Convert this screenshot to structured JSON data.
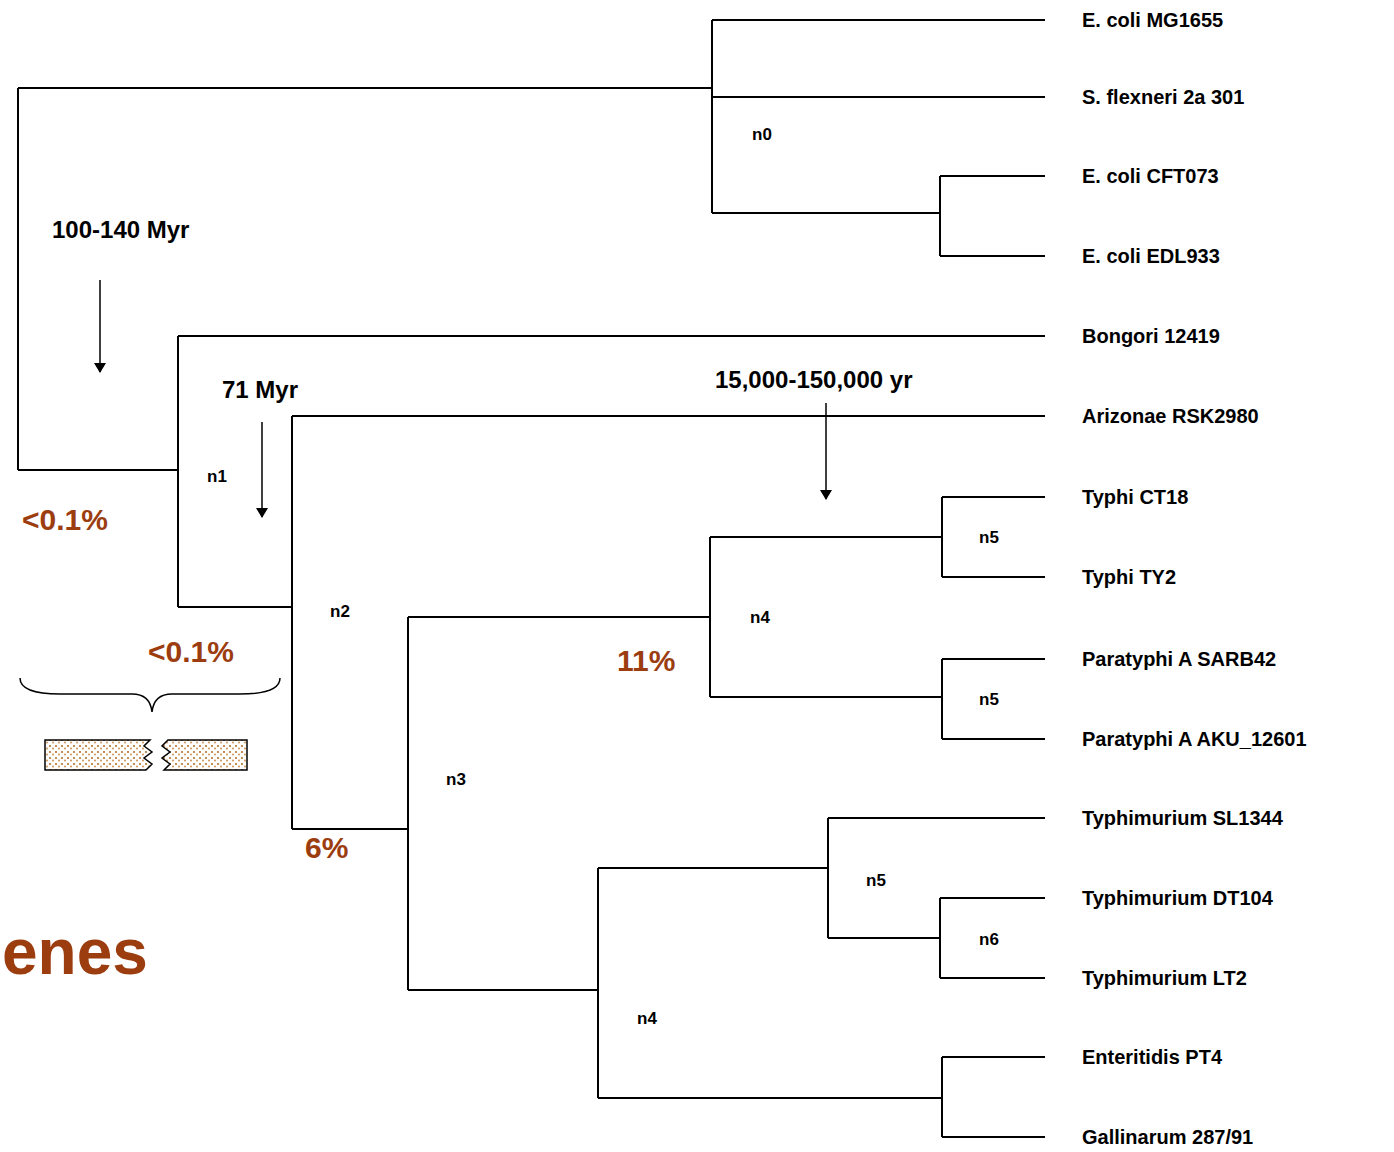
{
  "diagram": {
    "labels": [
      "E. coli MG1655",
      "S. flexneri 2a 301",
      "n0",
      "E. coli CFT073",
      "100-140 Myr",
      "E. coli EDL933",
      "Bongori 12419",
      "71 Myr",
      "15,000-150,000 yr",
      "Arizonae RSK2980",
      "n1",
      "Typhi CT18",
      "<0.1%",
      "n5",
      "Typhi TY2",
      "n2",
      "n4",
      "<0.1%",
      "11%",
      "Paratyphi A SARB42",
      "n5",
      "Paratyphi A AKU_12601",
      "n3",
      "6%",
      "Typhimurium SL1344",
      "n5",
      "Typhimurium DT104",
      "n6",
      "enes",
      "n4",
      "Typhimurium LT2",
      "Enteritidis PT4",
      "Gallinarum 287/91"
    ]
  }
}
